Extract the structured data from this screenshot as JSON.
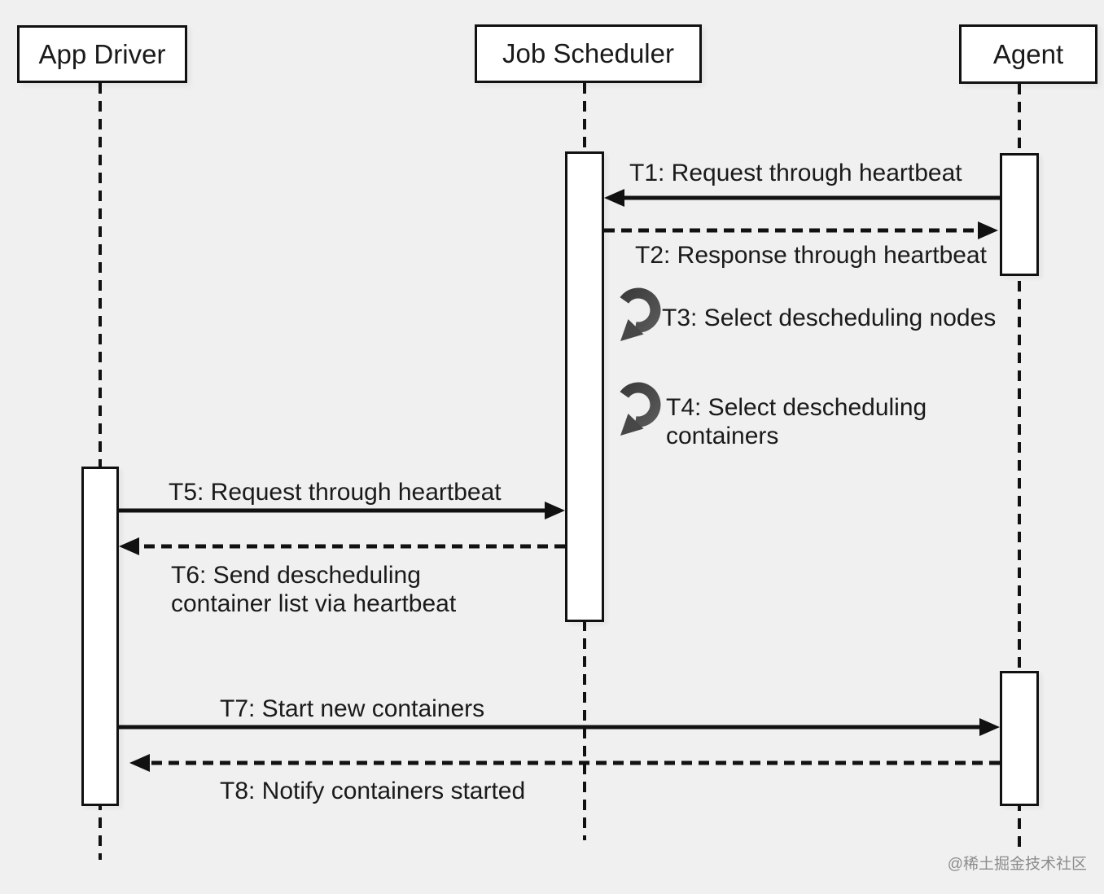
{
  "diagram": {
    "type": "sequence-diagram",
    "actors": [
      {
        "id": "app-driver",
        "label": "App Driver"
      },
      {
        "id": "job-scheduler",
        "label": "Job Scheduler"
      },
      {
        "id": "agent",
        "label": "Agent"
      }
    ],
    "messages": [
      {
        "id": "T1",
        "label": "T1: Request through heartbeat",
        "from": "agent",
        "to": "job-scheduler",
        "style": "solid"
      },
      {
        "id": "T2",
        "label": "T2: Response through heartbeat",
        "from": "job-scheduler",
        "to": "agent",
        "style": "dashed"
      },
      {
        "id": "T3",
        "label": "T3: Select descheduling nodes",
        "from": "job-scheduler",
        "to": "job-scheduler",
        "style": "self-loop"
      },
      {
        "id": "T4",
        "line1": "T4: Select descheduling",
        "line2": "containers",
        "from": "job-scheduler",
        "to": "job-scheduler",
        "style": "self-loop"
      },
      {
        "id": "T5",
        "label": "T5: Request through heartbeat",
        "from": "app-driver",
        "to": "job-scheduler",
        "style": "solid"
      },
      {
        "id": "T6",
        "line1": "T6: Send descheduling",
        "line2": "container list via heartbeat",
        "from": "job-scheduler",
        "to": "app-driver",
        "style": "dashed"
      },
      {
        "id": "T7",
        "label": "T7: Start new containers",
        "from": "app-driver",
        "to": "agent",
        "style": "solid"
      },
      {
        "id": "T8",
        "label": "T8: Notify containers started",
        "from": "agent",
        "to": "app-driver",
        "style": "dashed"
      }
    ],
    "watermark": "@稀土掘金技术社区",
    "colors": {
      "background": "#f0f0f0",
      "line": "#111111",
      "box_fill": "#ffffff",
      "self_arrow": "#4a4a4a",
      "watermark": "#8c8c8c"
    }
  }
}
